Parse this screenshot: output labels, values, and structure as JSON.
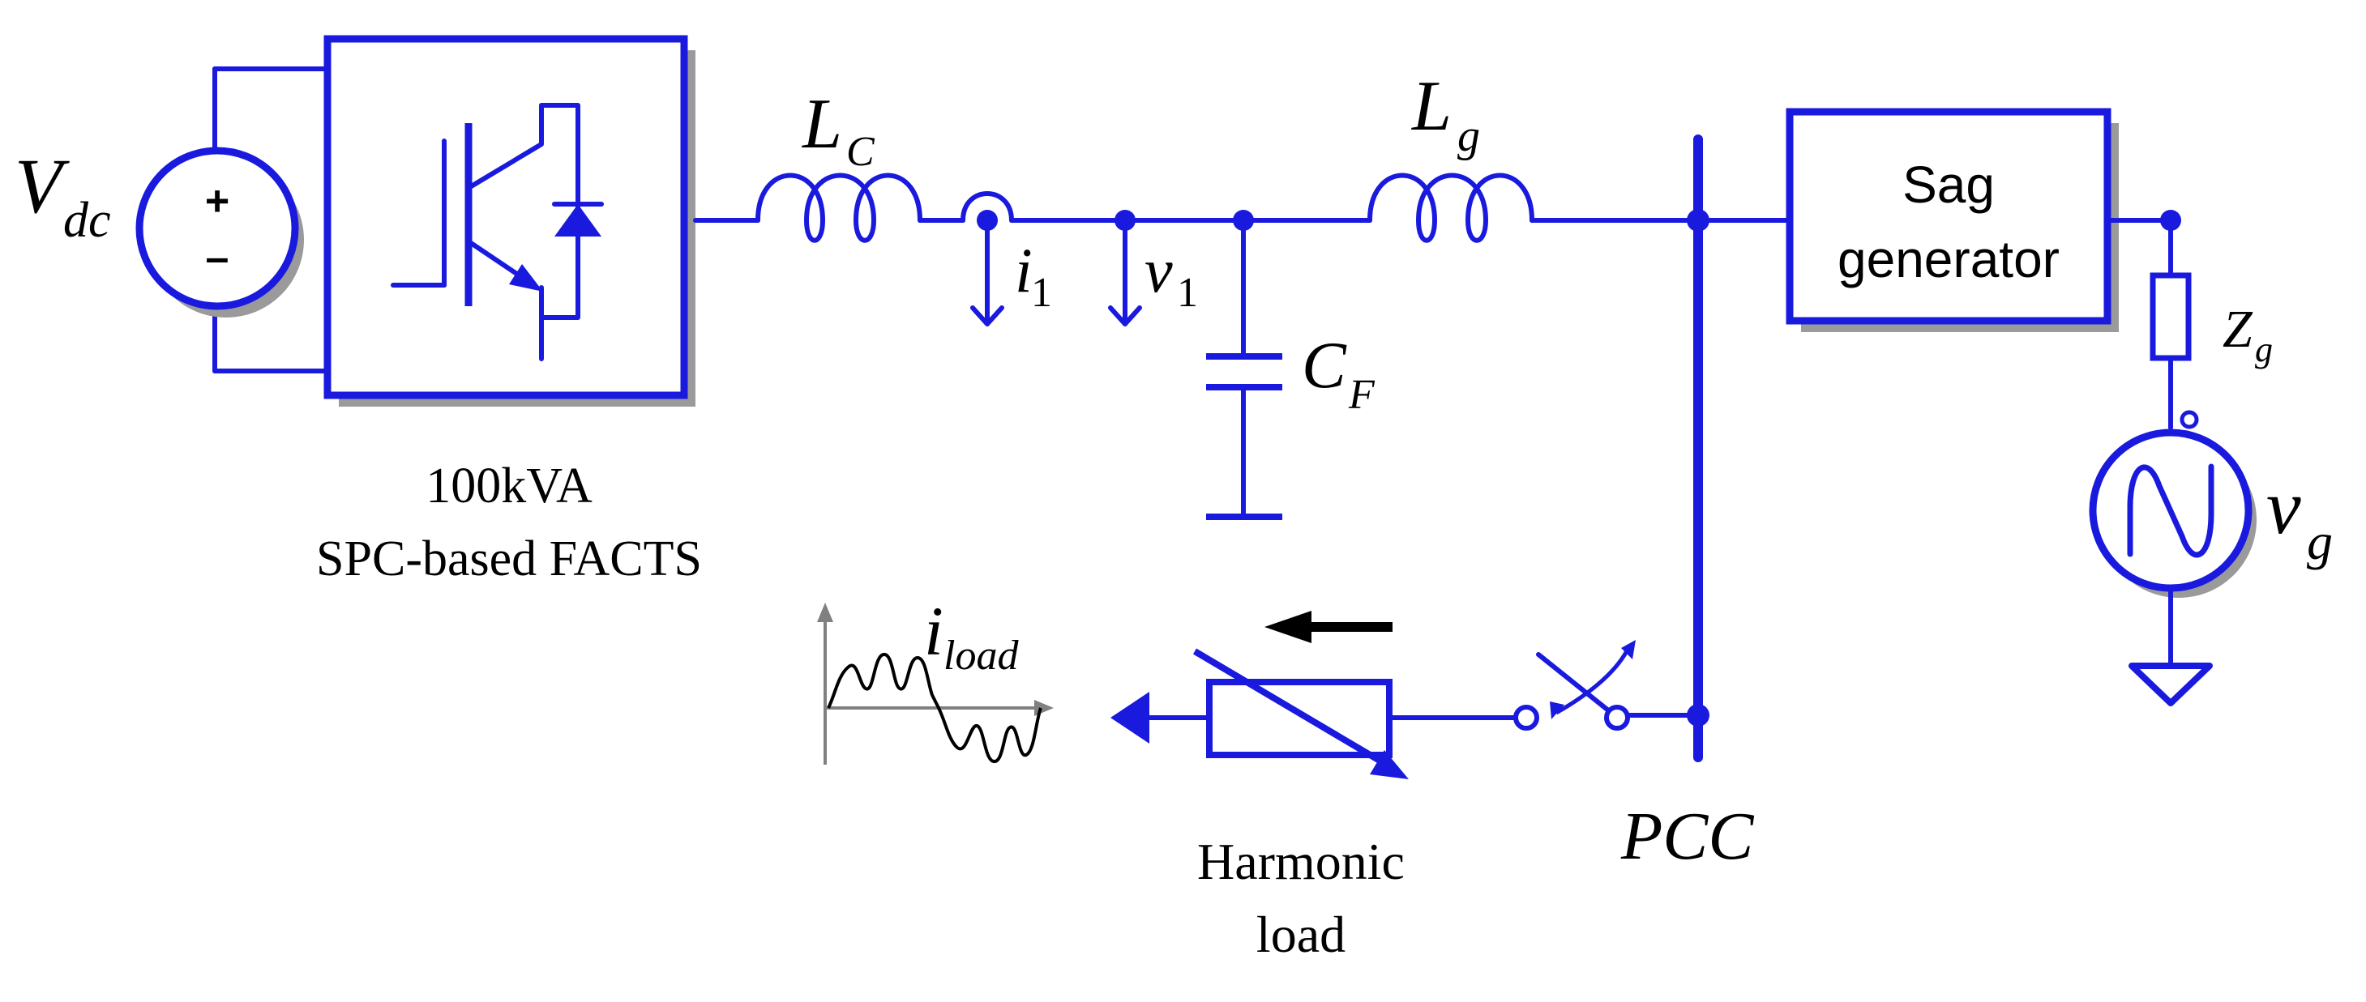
{
  "colors": {
    "circuit": "#1a1adf",
    "shadow": "#9a9a9a",
    "text": "#000000",
    "axis": "#808080"
  },
  "labels": {
    "vdc_main": "V",
    "vdc_sub": "dc",
    "source_plus": "+",
    "source_minus": "–",
    "converter_line1": "100kVA",
    "converter_line2": "SPC-based FACTS",
    "lc_main": "L",
    "lc_sub": "C",
    "i1_main": "i",
    "i1_sub": "1",
    "v1_main": "v",
    "v1_sub": "1",
    "cf_main": "C",
    "cf_sub": "F",
    "lg_main": "L",
    "lg_sub": "g",
    "sag_line1": "Sag",
    "sag_line2": "generator",
    "zg_main": "Z",
    "zg_sub": "g",
    "vg_main": "v",
    "vg_sub": "g",
    "pcc": "PCC",
    "iload_main": "i",
    "iload_sub": "load",
    "load_line1": "Harmonic",
    "load_line2": "load"
  },
  "icons": [
    "dc-voltage-source-icon",
    "igbt-diode-icon",
    "inductor-icon",
    "current-probe-icon",
    "capacitor-icon",
    "ground-icon",
    "ac-voltage-source-icon",
    "resistor-icon",
    "switch-icon",
    "variable-load-icon",
    "arrow-icon",
    "waveform-icon"
  ]
}
